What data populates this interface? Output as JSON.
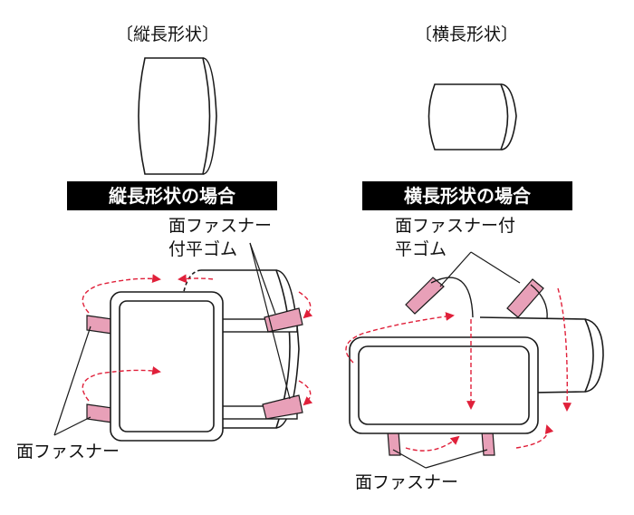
{
  "titles": {
    "vertical_heading": "〔縦長形状〕",
    "horizontal_heading": "〔横長形状〕"
  },
  "banners": {
    "vertical_case": "縦長形状の場合",
    "horizontal_case": "横長形状の場合"
  },
  "labels": {
    "left_strap_elastic": "面ファスナー\n付平ゴム",
    "right_strap_elastic": "面ファスナー付\n平ゴム",
    "left_fastener": "面ファスナー",
    "right_fastener": "面ファスナー"
  },
  "colors": {
    "strap_pink": "#e8a0b8",
    "arrow_red": "#e0203a",
    "line": "#1a1a1a",
    "banner_bg": "#000000"
  }
}
